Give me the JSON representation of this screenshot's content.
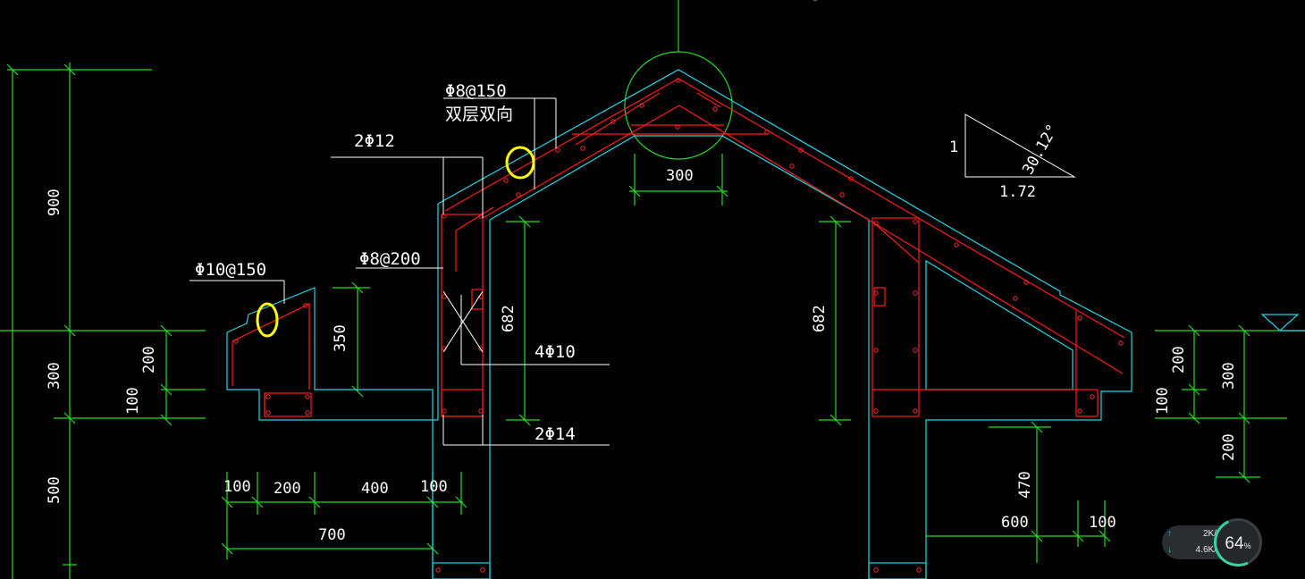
{
  "drawing": {
    "callouts": {
      "top_slab_rebar": "Φ8@150",
      "top_slab_rebar_note": "双层双向",
      "beam_top_bars": "2Φ12",
      "stirrups": "Φ8@200",
      "parapet_rebar": "Φ10@150",
      "beam_side_bars": "4Φ10",
      "beam_bottom_bars": "2Φ14"
    },
    "dimensions": {
      "left_overall_upper": "900",
      "left_overall_mid": "300",
      "left_overall_lower": "500",
      "parapet_200": "200",
      "parapet_100": "100",
      "parapet_350": "350",
      "left_wall_682": "682",
      "ridge_300": "300",
      "right_wall_682": "682",
      "right_200": "200",
      "right_100": "100",
      "right_300": "300",
      "right_200b": "200",
      "right_470": "470",
      "bottom_100a": "100",
      "bottom_200": "200",
      "bottom_400": "400",
      "bottom_100b": "100",
      "bottom_700": "700",
      "right_600": "600",
      "right_100b": "100"
    },
    "slope": {
      "rise": "1",
      "run": "1.72",
      "angle": "30.12°"
    }
  },
  "net_widget": {
    "upload": "2K/s",
    "download": "4.6K/s",
    "percent": "64",
    "percent_unit": "%"
  }
}
